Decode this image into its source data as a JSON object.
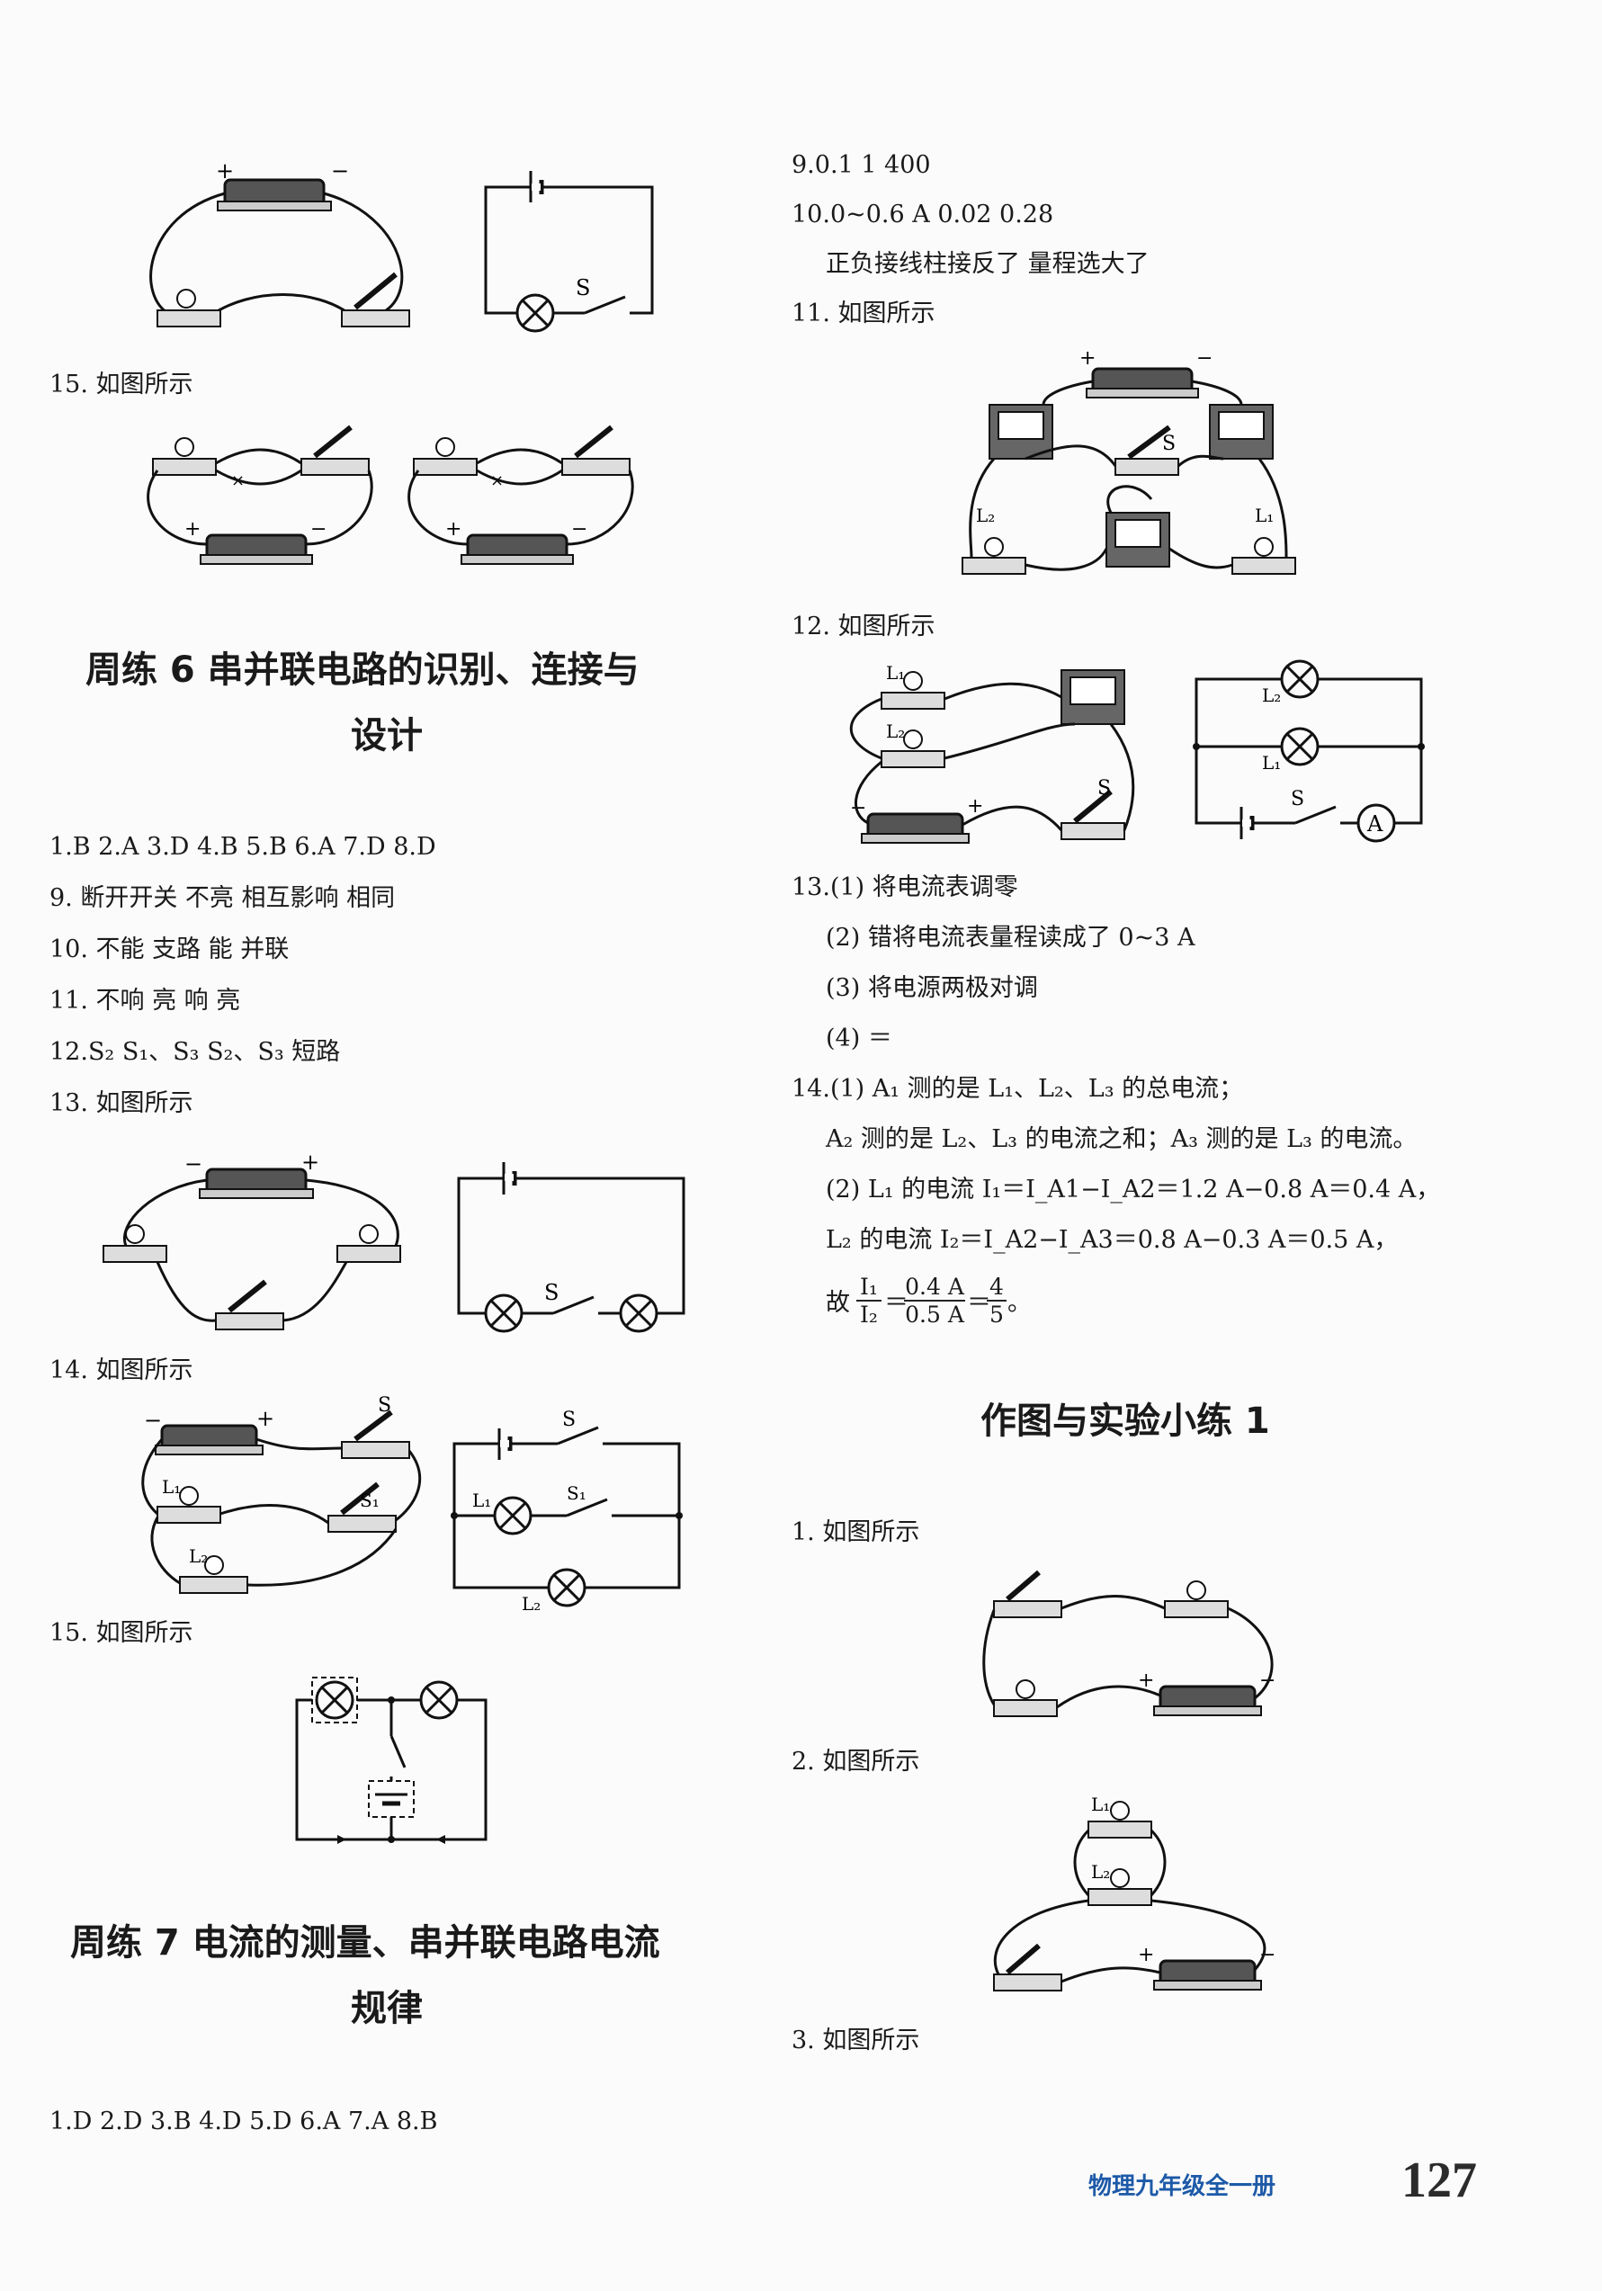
{
  "left": {
    "q15a_label": "15. 如图所示",
    "section6_title_1": "周练 6    串并联电路的识别、连接与",
    "section6_title_2": "设计",
    "s6_lines": [
      "1.B    2.A    3.D    4.B    5.B    6.A    7.D    8.D",
      "9. 断开开关    不亮    相互影响    相同",
      "10. 不能    支路    能    并联",
      "11. 不响    亮    响    亮",
      "12.S₂    S₁、S₃    S₂、S₃    短路",
      "13. 如图所示"
    ],
    "q14_label": "14. 如图所示",
    "q15_label": "15. 如图所示",
    "section7_title_1": "周练 7    电流的测量、串并联电路电流",
    "section7_title_2": "规律",
    "s7_line": "1.D    2.D    3.B    4.D    5.D    6.A    7.A    8.B"
  },
  "right": {
    "lines_top": [
      "9.0.1    1 400",
      "10.0~0.6 A    0.02    0.28",
      "正负接线柱接反了    量程选大了",
      "11. 如图所示"
    ],
    "q12_label": "12. 如图所示",
    "lines_mid": [
      "13.(1) 将电流表调零",
      "(2) 错将电流表量程读成了 0~3 A",
      "(3) 将电源两极对调",
      "(4) ＝",
      "14.(1) A₁ 测的是 L₁、L₂、L₃ 的总电流；",
      "A₂ 测的是 L₂、L₃ 的电流之和；A₃ 测的是 L₃ 的电流。",
      "(2) L₁ 的电流 I₁＝I_A1−I_A2＝1.2 A−0.8 A＝0.4 A，",
      "L₂ 的电流 I₂＝I_A2−I_A3＝0.8 A−0.3 A＝0.5 A，"
    ],
    "conclusion_prefix": "故",
    "frac1_num": "I₁",
    "frac1_den": "I₂",
    "frac2_num": "0.4 A",
    "frac2_den": "0.5 A",
    "frac3_num": "4",
    "frac3_den": "5",
    "conclusion_end": "。",
    "section_title": "作图与实验小练 1",
    "q1_label": "1. 如图所示",
    "q2_label": "2. 如图所示",
    "q3_label": "3. 如图所示"
  },
  "diagram_labels": {
    "plus": "+",
    "minus": "−",
    "S": "S",
    "S1": "S₁",
    "L1": "L₁",
    "L2": "L₂",
    "A": "A"
  },
  "footer": {
    "book": "物理九年级全一册",
    "page": "127"
  }
}
